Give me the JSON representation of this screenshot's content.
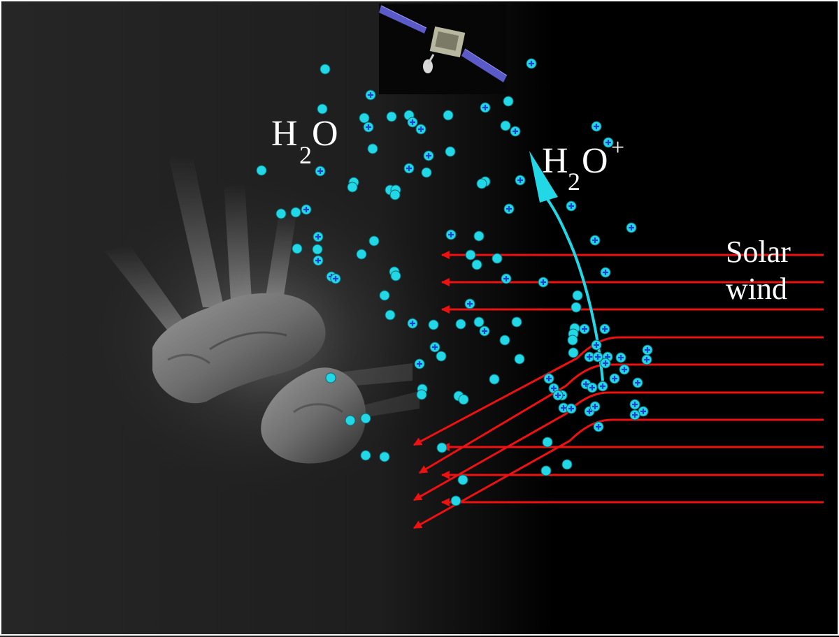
{
  "labels": {
    "neutral_h": "H",
    "neutral_sub": "2",
    "neutral_o": "O",
    "ion_h": "H",
    "ion_sub": "2",
    "ion_o": "O",
    "ion_sup": "+",
    "solar_line1": "Solar",
    "solar_line2": "wind"
  },
  "colors": {
    "particle": "#22d8e6",
    "ion_cross": "#1a3fd0",
    "solar_wind": "#ee1111",
    "ion_track": "#22d8e6",
    "background_edge": "#000000"
  },
  "icons": [
    "spacecraft-icon",
    "comet-nucleus-icon"
  ]
}
